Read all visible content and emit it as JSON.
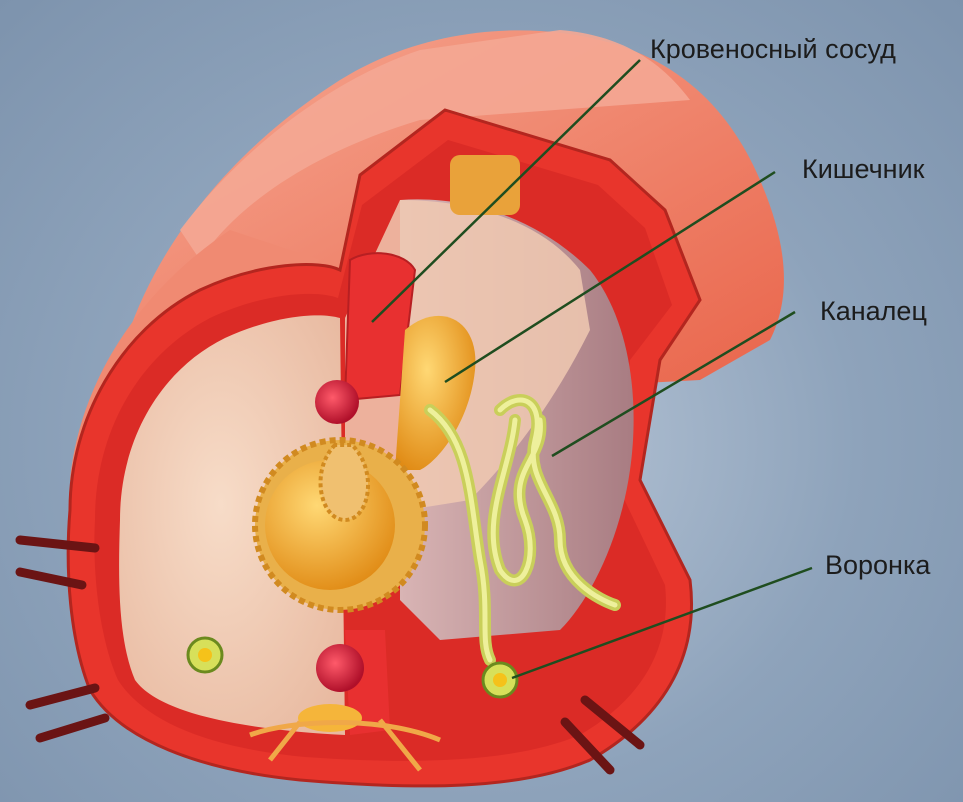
{
  "labels": {
    "blood_vessel": "Кровеносный сосуд",
    "intestine": "Кишечник",
    "tubule": "Каналец",
    "funnel": "Воронка"
  },
  "colors": {
    "background": "#8ea3bb",
    "body_wall": "#e8352c",
    "outer_skin": "#f29078",
    "cavity": "#f2cdb5",
    "intestine": "#f5b53a",
    "nephridium": "#d9e07a",
    "leader_line": "#1f4d1f"
  }
}
